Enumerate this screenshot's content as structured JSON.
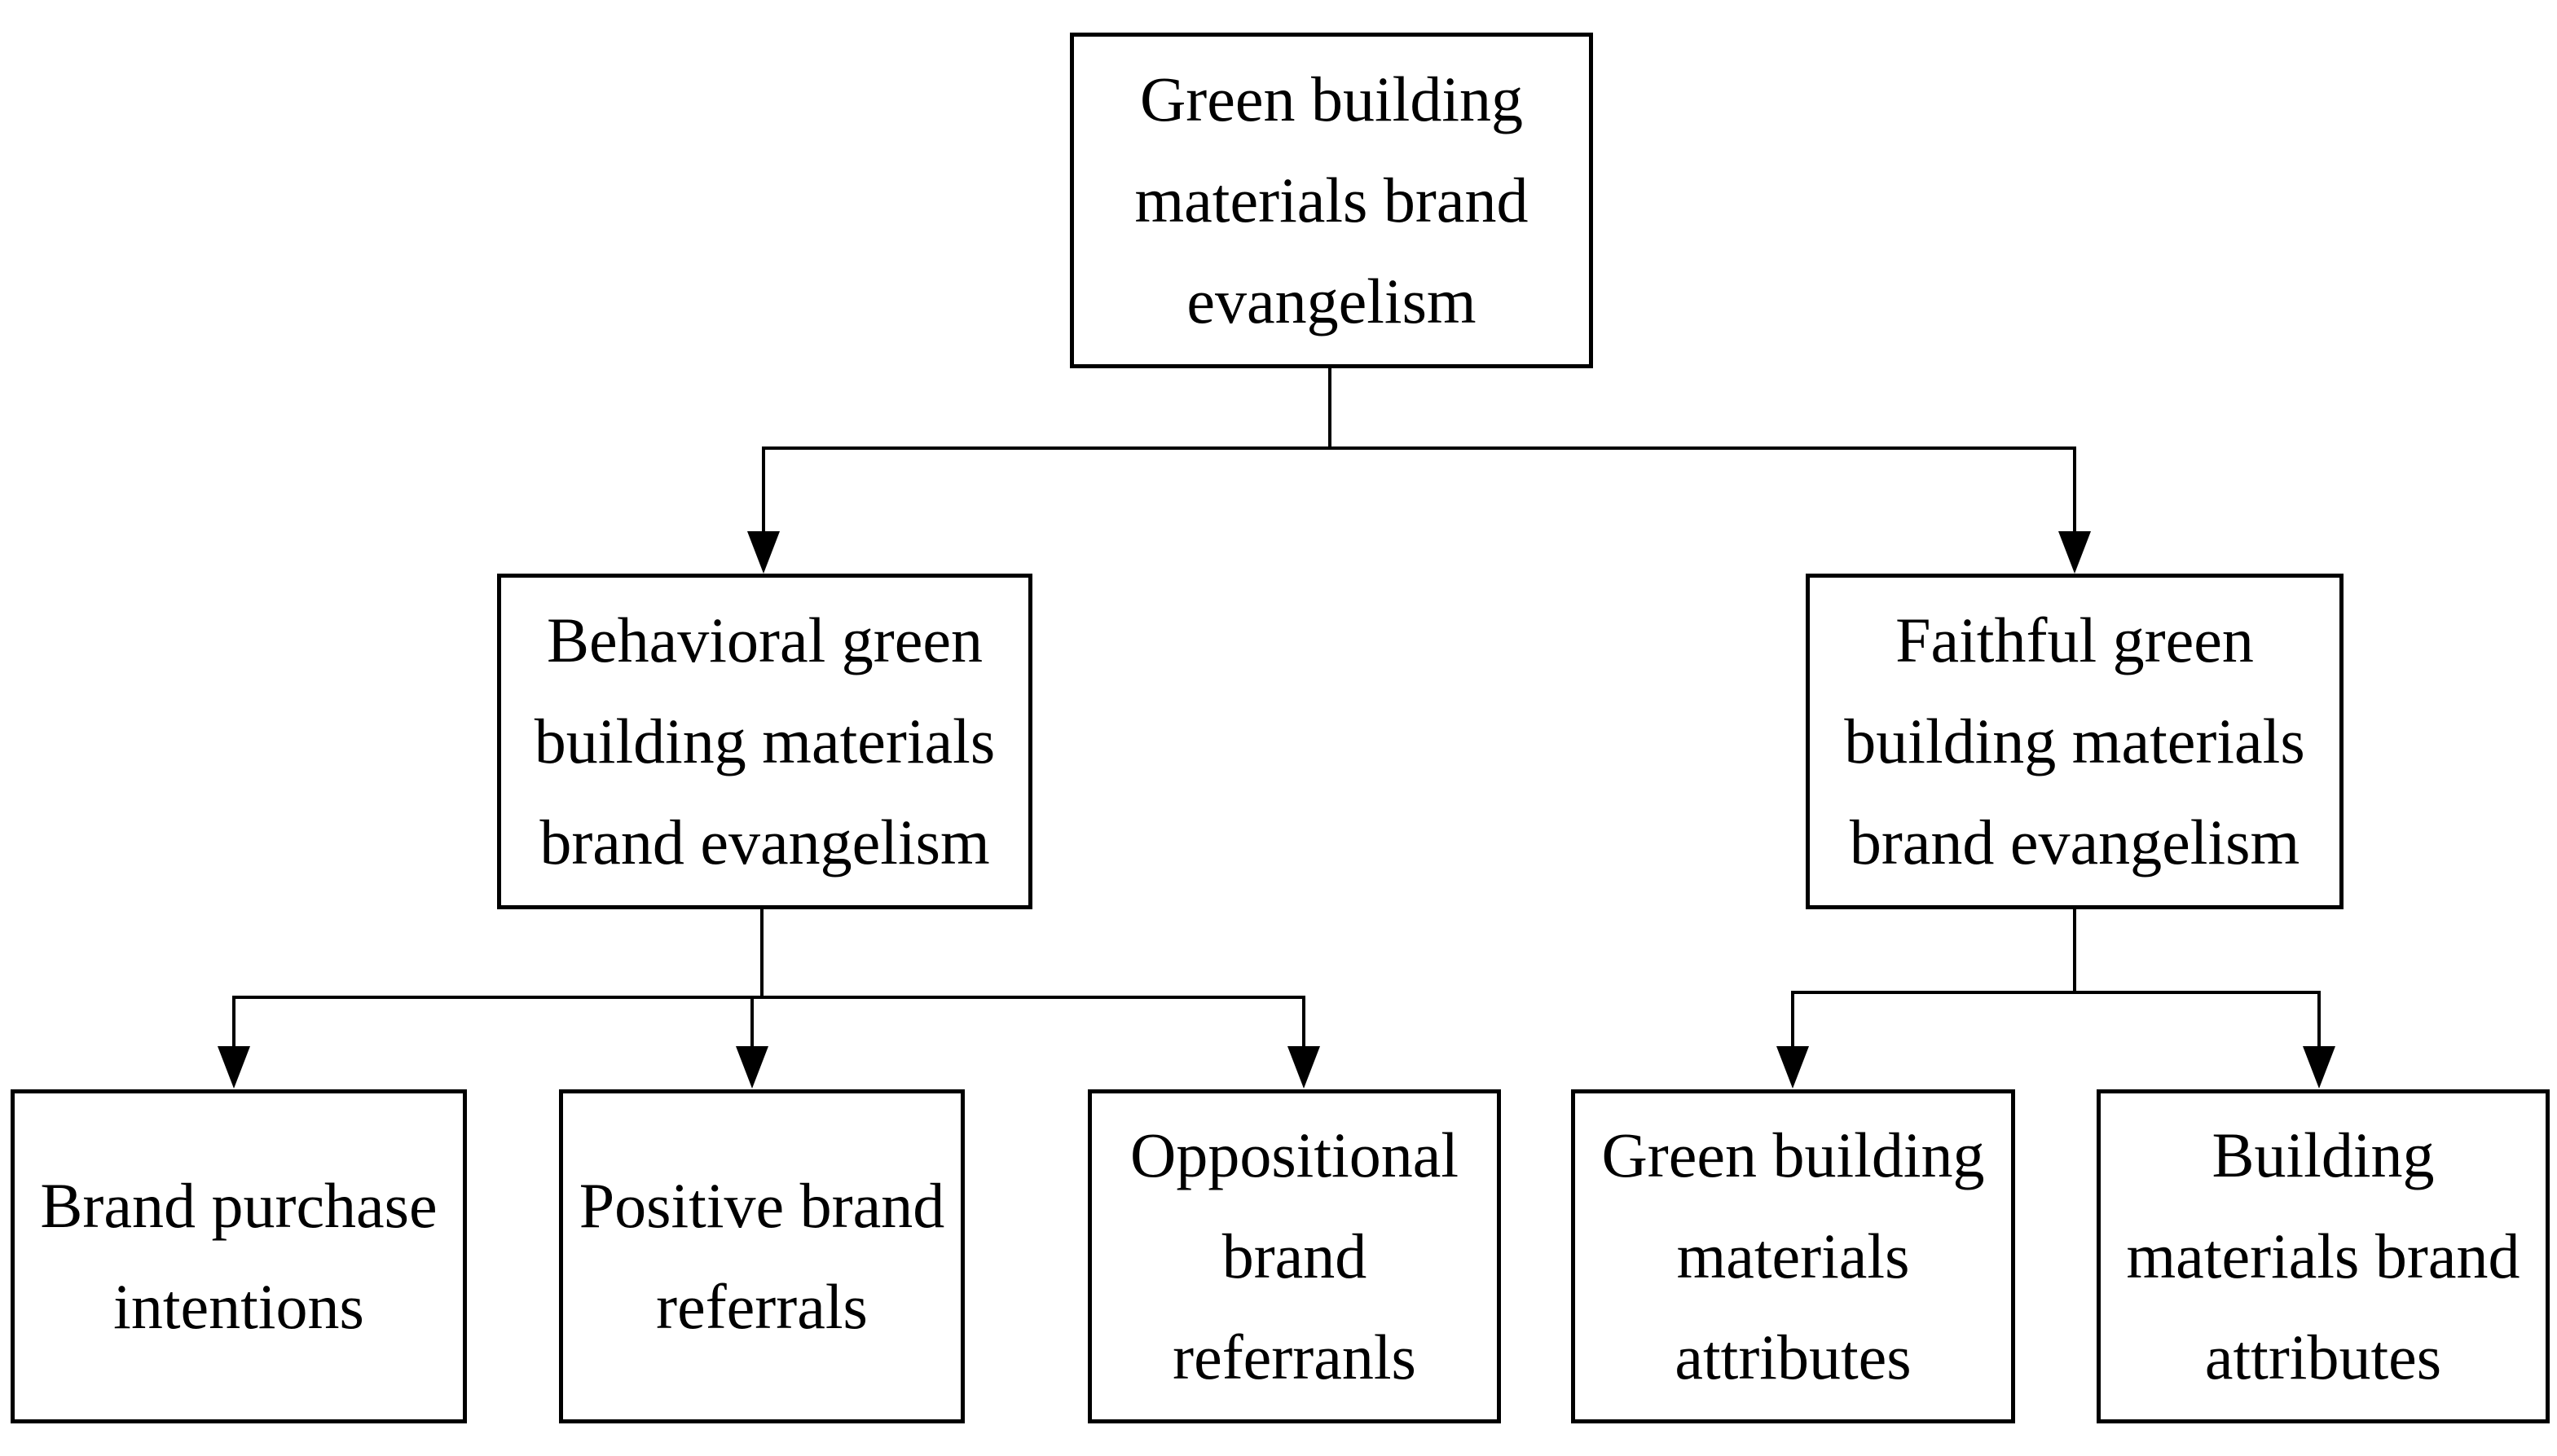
{
  "diagram": {
    "type": "hierarchy-flowchart",
    "colors": {
      "line": "#000000",
      "background": "#ffffff",
      "text": "#000000"
    },
    "nodes": {
      "root": {
        "label": "Green building\nmaterials brand\nevangelism"
      },
      "behavioral": {
        "label": "Behavioral green\nbuilding materials\nbrand evangelism"
      },
      "faithful": {
        "label": "Faithful green\nbuilding materials\nbrand evangelism"
      },
      "brand_purchase": {
        "label": "Brand purchase\nintentions"
      },
      "positive_referrals": {
        "label": "Positive brand\nreferrals"
      },
      "oppositional_referrals": {
        "label": "Oppositional\nbrand\nreferranls"
      },
      "green_attributes": {
        "label": "Green building\nmaterials\nattributes"
      },
      "building_attributes": {
        "label": "Building\nmaterials brand\nattributes"
      }
    },
    "edges": [
      {
        "from": "root",
        "to": "behavioral"
      },
      {
        "from": "root",
        "to": "faithful"
      },
      {
        "from": "behavioral",
        "to": "brand_purchase"
      },
      {
        "from": "behavioral",
        "to": "positive_referrals"
      },
      {
        "from": "behavioral",
        "to": "oppositional_referrals"
      },
      {
        "from": "faithful",
        "to": "green_attributes"
      },
      {
        "from": "faithful",
        "to": "building_attributes"
      }
    ]
  }
}
